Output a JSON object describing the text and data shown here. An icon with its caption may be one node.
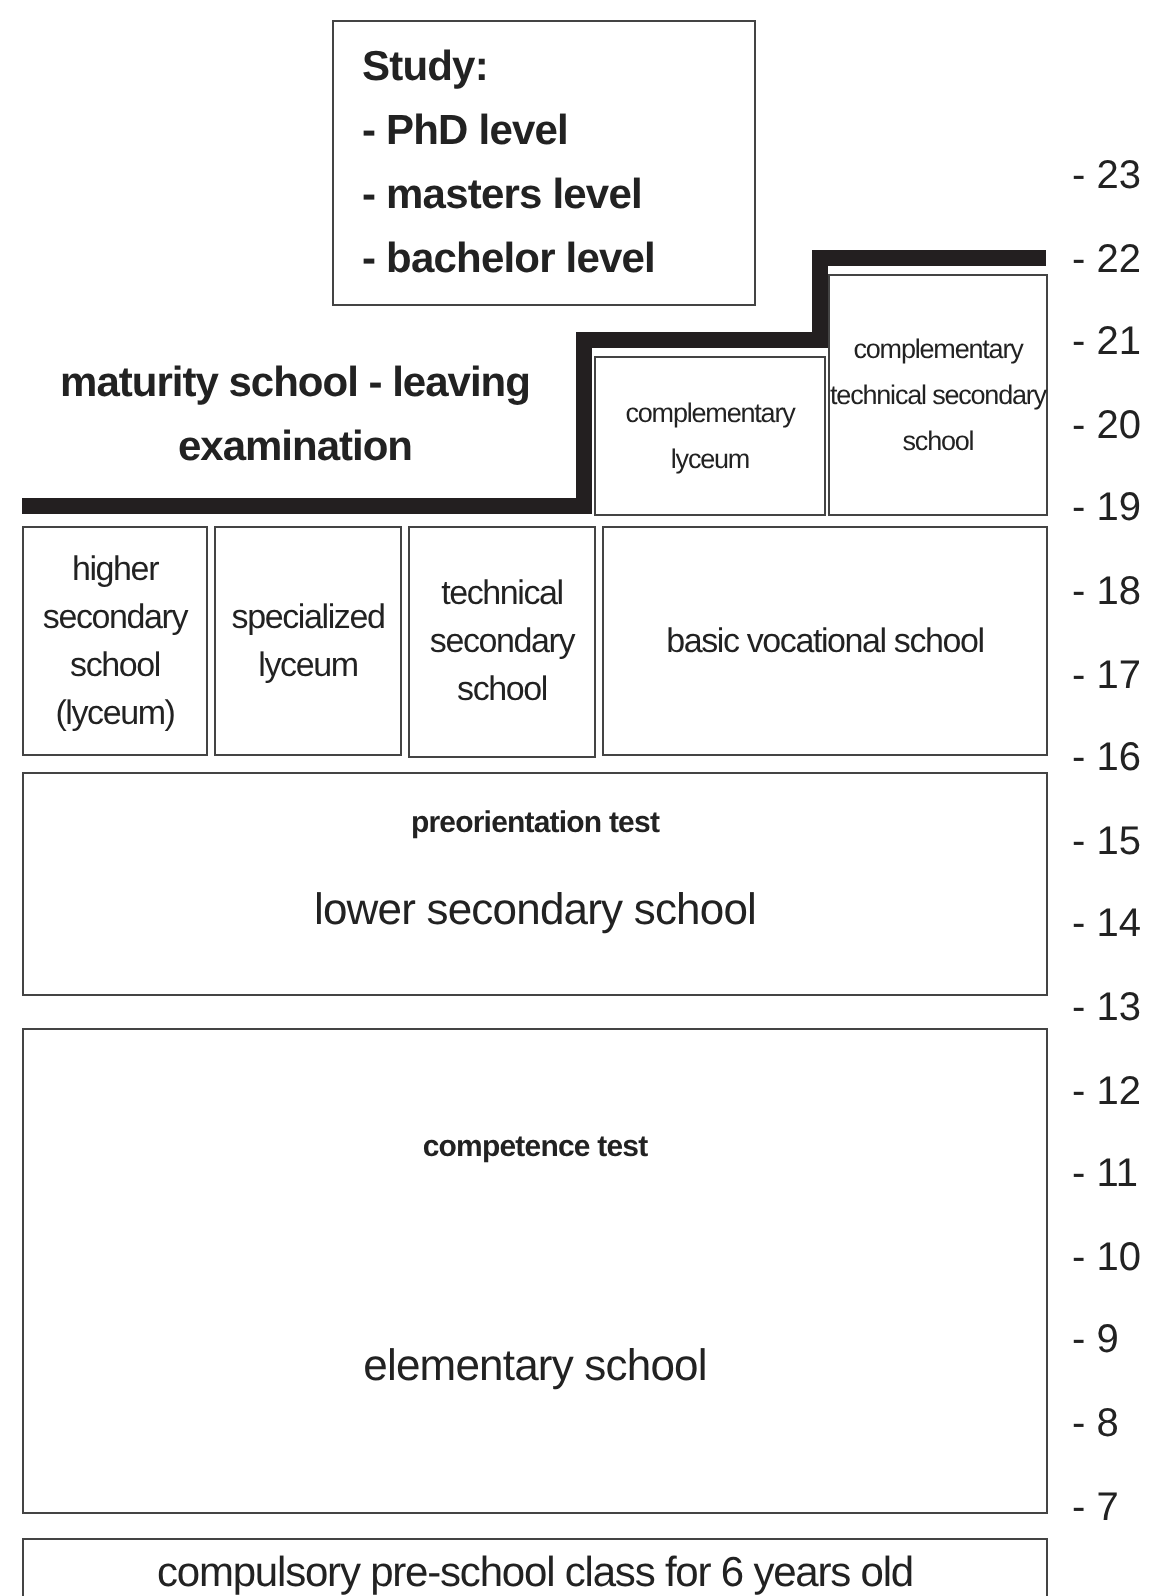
{
  "diagram": {
    "nodes": [
      {
        "text": [
          "Study:",
          "- PhD level",
          "- masters level",
          "- bachelor level"
        ]
      },
      {
        "text": [
          "complementary lyceum"
        ]
      },
      {
        "text": [
          "complementary technical secondary school"
        ]
      },
      {
        "text": [
          "higher secondary school (lyceum)"
        ]
      },
      {
        "text": [
          "specialized lyceum"
        ]
      },
      {
        "text": [
          "technical secondary school"
        ]
      },
      {
        "text": [
          "basic vocational school"
        ]
      },
      {
        "text": [
          "preorientation test",
          "lower secondary school"
        ]
      },
      {
        "text": [
          "competence test",
          "elementary school"
        ]
      },
      {
        "text": [
          "compulsory pre-school class for 6 years old"
        ]
      }
    ],
    "edges": [],
    "labels": [
      "maturity school - leaving examination",
      "- 23",
      "- 22",
      "- 21",
      "- 20",
      "- 19",
      "- 18",
      "- 17",
      "- 16",
      "- 15",
      "- 14",
      "- 13",
      "- 12",
      "- 11",
      "- 10",
      "- 9",
      "- 8",
      "- 7"
    ]
  }
}
